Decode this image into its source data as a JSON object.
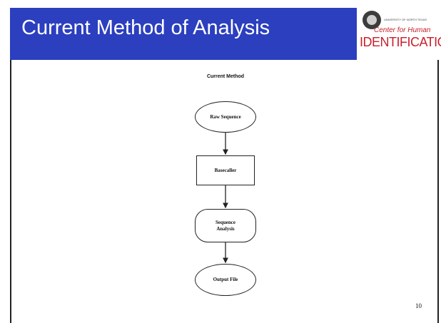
{
  "slide": {
    "title": "Current Method of Analysis",
    "page_number": "10"
  },
  "logo": {
    "university_text": "UNIVERSITY OF NORTH TEXAS",
    "line1": "Center for Human",
    "line2": "IDENTIFICATION"
  },
  "flowchart": {
    "title": "Current Method",
    "nodes": [
      {
        "label": "Raw Sequence",
        "shape": "ellipse"
      },
      {
        "label": "Basecaller",
        "shape": "rectangle"
      },
      {
        "label": "Sequence\nAnalysis",
        "shape": "rounded-rectangle"
      },
      {
        "label": "Output File",
        "shape": "ellipse"
      }
    ]
  },
  "colors": {
    "title_bar": "#2b3fbf",
    "title_text": "#ffffff",
    "logo_red": "#c8202a",
    "line": "#222222"
  }
}
